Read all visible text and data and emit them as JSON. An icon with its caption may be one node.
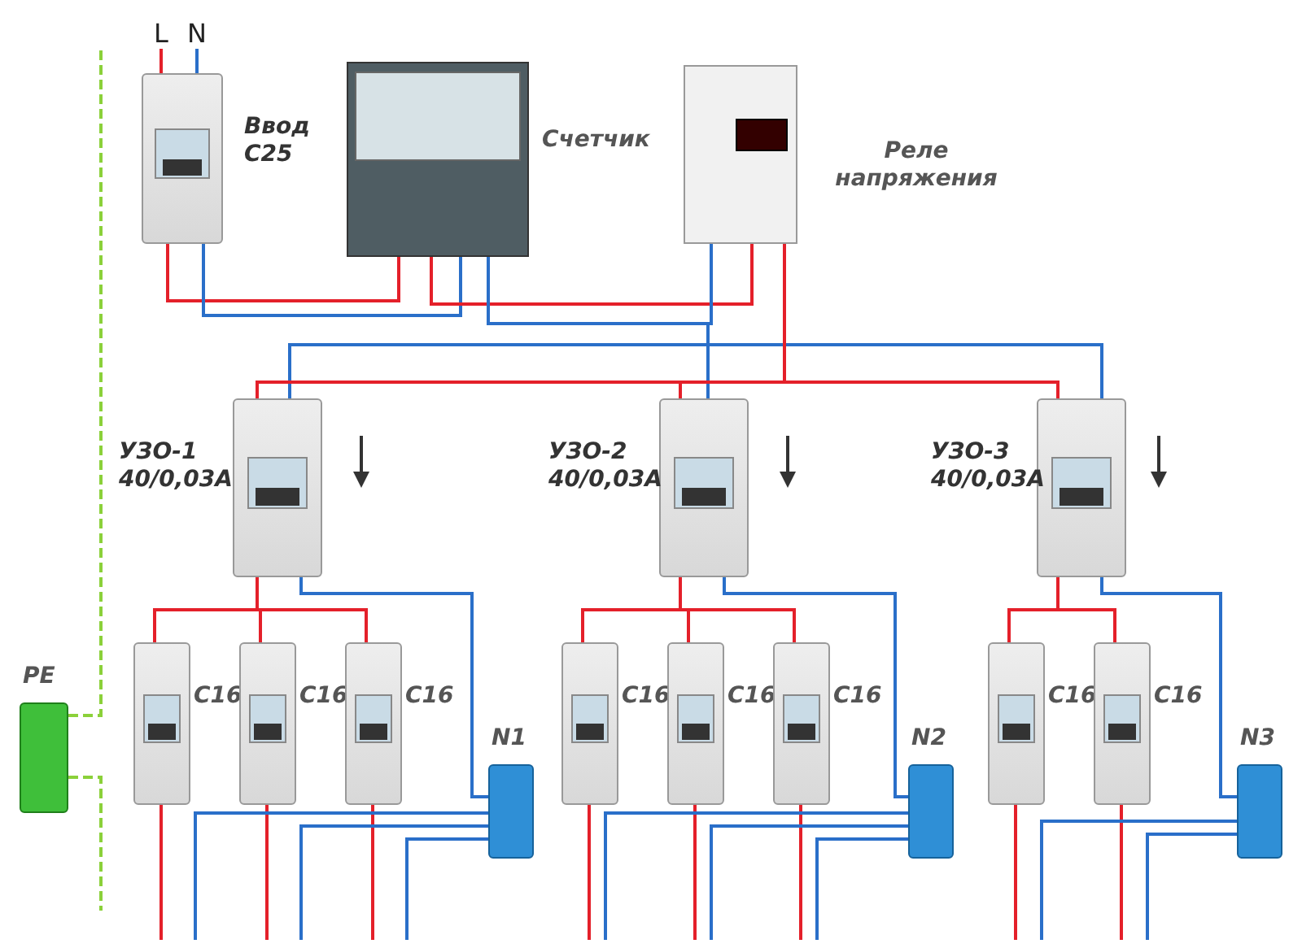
{
  "diagram": {
    "nodes": [
      {
        "text": [
          "L"
        ]
      },
      {
        "text": [
          "N"
        ]
      },
      {
        "text": [
          "Ввод C25"
        ]
      },
      {
        "text": [
          "Счетчик"
        ]
      },
      {
        "text": [
          "Реле напряжения"
        ]
      },
      {
        "text": [
          "УЗО-1 40/0,03A"
        ]
      },
      {
        "text": [
          "УЗО-2 40/0,03A"
        ]
      },
      {
        "text": [
          "УЗО-3 40/0,03A"
        ]
      },
      {
        "text": [
          "C16"
        ]
      },
      {
        "text": [
          "C16"
        ]
      },
      {
        "text": [
          "C16"
        ]
      },
      {
        "text": [
          "C16"
        ]
      },
      {
        "text": [
          "C16"
        ]
      },
      {
        "text": [
          "C16"
        ]
      },
      {
        "text": [
          "C16"
        ]
      },
      {
        "text": [
          "C16"
        ]
      },
      {
        "text": [
          "N1"
        ]
      },
      {
        "text": [
          "N2"
        ]
      },
      {
        "text": [
          "N3"
        ]
      },
      {
        "text": [
          "PE"
        ]
      }
    ],
    "edges": [
      {
        "from": 0,
        "to": 2,
        "arrow": "none"
      },
      {
        "from": 1,
        "to": 2,
        "arrow": "none",
        "color": "#2a6fc9"
      },
      {
        "from": 2,
        "to": 3,
        "arrow": "none"
      },
      {
        "from": 2,
        "to": 3,
        "arrow": "none",
        "color": "#2a6fc9"
      },
      {
        "from": 3,
        "to": 4,
        "arrow": "none"
      },
      {
        "from": 3,
        "to": 4,
        "arrow": "none",
        "color": "#2a6fc9"
      },
      {
        "from": 3,
        "to": 5,
        "arrow": "none",
        "color": "#2a6fc9"
      },
      {
        "from": 3,
        "to": 6,
        "arrow": "none",
        "color": "#2a6fc9"
      },
      {
        "from": 3,
        "to": 7,
        "arrow": "none",
        "color": "#2a6fc9"
      },
      {
        "from": 4,
        "to": 5,
        "arrow": "none"
      },
      {
        "from": 4,
        "to": 6,
        "arrow": "none"
      },
      {
        "from": 4,
        "to": 7,
        "arrow": "none"
      },
      {
        "from": 5,
        "to": 8,
        "arrow": "none"
      },
      {
        "from": 5,
        "to": 9,
        "arrow": "none"
      },
      {
        "from": 5,
        "to": 10,
        "arrow": "none"
      },
      {
        "from": 5,
        "to": 16,
        "arrow": "none",
        "color": "#2a6fc9"
      },
      {
        "from": 6,
        "to": 11,
        "arrow": "none"
      },
      {
        "from": 6,
        "to": 12,
        "arrow": "none"
      },
      {
        "from": 6,
        "to": 13,
        "arrow": "none"
      },
      {
        "from": 6,
        "to": 17,
        "arrow": "none",
        "color": "#2a6fc9"
      },
      {
        "from": 7,
        "to": 14,
        "arrow": "none"
      },
      {
        "from": 7,
        "to": 15,
        "arrow": "none"
      },
      {
        "from": 7,
        "to": 18,
        "arrow": "none",
        "color": "#2a6fc9"
      },
      {
        "from": 8,
        "to": null,
        "arrow": "none"
      },
      {
        "from": 9,
        "to": null,
        "arrow": "none"
      },
      {
        "from": 10,
        "to": null,
        "arrow": "none"
      },
      {
        "from": 11,
        "to": null,
        "arrow": "none"
      },
      {
        "from": 12,
        "to": null,
        "arrow": "none"
      },
      {
        "from": 13,
        "to": null,
        "arrow": "none"
      },
      {
        "from": 14,
        "to": null,
        "arrow": "none"
      },
      {
        "from": 15,
        "to": null,
        "arrow": "none"
      },
      {
        "from": 16,
        "to": null,
        "arrow": "none",
        "color": "#2a6fc9"
      },
      {
        "from": 16,
        "to": null,
        "arrow": "none",
        "color": "#2a6fc9"
      },
      {
        "from": 16,
        "to": null,
        "arrow": "none",
        "color": "#2a6fc9"
      },
      {
        "from": 17,
        "to": null,
        "arrow": "none",
        "color": "#2a6fc9"
      },
      {
        "from": 17,
        "to": null,
        "arrow": "none",
        "color": "#2a6fc9"
      },
      {
        "from": 17,
        "to": null,
        "arrow": "none",
        "color": "#2a6fc9"
      },
      {
        "from": 18,
        "to": null,
        "arrow": "none",
        "color": "#2a6fc9"
      },
      {
        "from": 18,
        "to": null,
        "arrow": "none",
        "color": "#2a6fc9"
      },
      {
        "from": 19,
        "to": null,
        "arrow": "none",
        "style": "dashed",
        "color": "#8bd13a"
      },
      {
        "from": 19,
        "to": null,
        "arrow": "none",
        "style": "dashed",
        "color": "#8bd13a"
      }
    ]
  }
}
